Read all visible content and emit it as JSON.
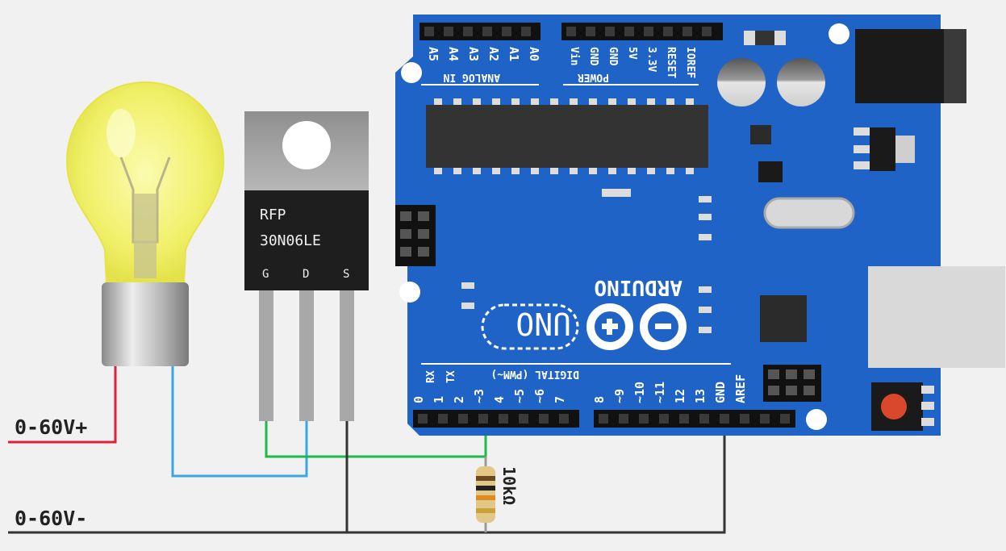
{
  "mosfet": {
    "line1": "RFP",
    "line2": "30N06LE",
    "pin_g": "G",
    "pin_d": "D",
    "pin_s": "S"
  },
  "supply": {
    "positive": "0-60V+",
    "negative": "0-60V-"
  },
  "resistor": {
    "value": "10kΩ"
  },
  "board": {
    "brand": "ARDUINO",
    "model": "UNO",
    "analog_header": "ANALOG IN",
    "analog_pins": [
      "A5",
      "A4",
      "A3",
      "A2",
      "A1",
      "A0"
    ],
    "power_header": "POWER",
    "power_pins": [
      "Vin",
      "GND",
      "GND",
      "5V",
      "3.3V",
      "RESET",
      "IOREF"
    ],
    "digital_header": "DIGITAL (PWM~)",
    "digital_pins": [
      "0",
      "1",
      "2",
      "~3",
      "4",
      "~5",
      "~6",
      "7",
      "8",
      "~9",
      "~10",
      "~11",
      "12",
      "13",
      "GND",
      "AREF"
    ],
    "digital_pin_marks": [
      "RX",
      "TX"
    ]
  },
  "colors": {
    "board_blue": "#1f63c6",
    "wire_red": "#e0203a",
    "wire_blue": "#3aa7e0",
    "wire_green": "#1fb84a",
    "wire_black": "#333333",
    "bulb_glow": "#f1f06a"
  }
}
